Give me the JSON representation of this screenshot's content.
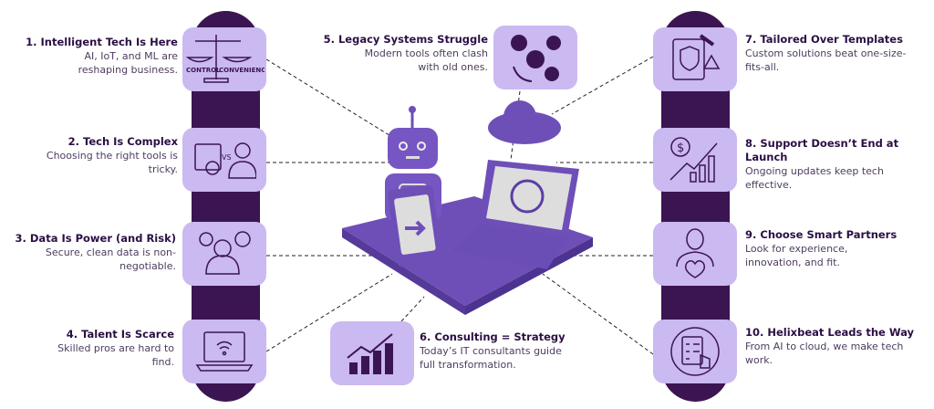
{
  "colors": {
    "bar": "#3b1552",
    "box": "#cbb9f1",
    "illustration": "#6e4fb8",
    "title": "#2b0f44"
  },
  "items": [
    {
      "title": "1. Intelligent Tech Is Here",
      "desc": "AI, IoT, and ML are reshaping business.",
      "icon": "scale-icon",
      "icon_labels": [
        "CONTROL",
        "CONVENIENCE"
      ]
    },
    {
      "title": "2. Tech Is Complex",
      "desc": "Choosing the right tools is tricky.",
      "icon": "software-vs-person-icon",
      "icon_labels": [
        "VS"
      ]
    },
    {
      "title": "3. Data Is Power (and Risk)",
      "desc": "Secure, clean data is non-negotiable.",
      "icon": "people-gear-icon"
    },
    {
      "title": "4. Talent Is Scarce",
      "desc": "Skilled pros are hard to find.",
      "icon": "laptop-wifi-icon"
    },
    {
      "title": "5. Legacy Systems Struggle",
      "desc": "Modern tools often clash with old ones.",
      "icon": "money-cycle-icon"
    },
    {
      "title": "6. Consulting = Strategy",
      "desc": "Today’s IT consultants guide full transformation.",
      "icon": "growth-chart-icon"
    },
    {
      "title": "7. Tailored Over Templates",
      "desc": "Custom solutions beat one-size-fits-all.",
      "icon": "clipboard-shield-icon"
    },
    {
      "title": "8. Support Doesn’t End at Launch",
      "desc": "Ongoing updates keep tech effective.",
      "icon": "dollar-growth-icon"
    },
    {
      "title": "9. Choose Smart Partners",
      "desc": "Look for experience, innovation, and fit.",
      "icon": "doctor-heart-icon"
    },
    {
      "title": "10. Helixbeat Leads the Way",
      "desc": "From AI to cloud, we make tech work.",
      "icon": "checklist-hand-icon"
    }
  ]
}
